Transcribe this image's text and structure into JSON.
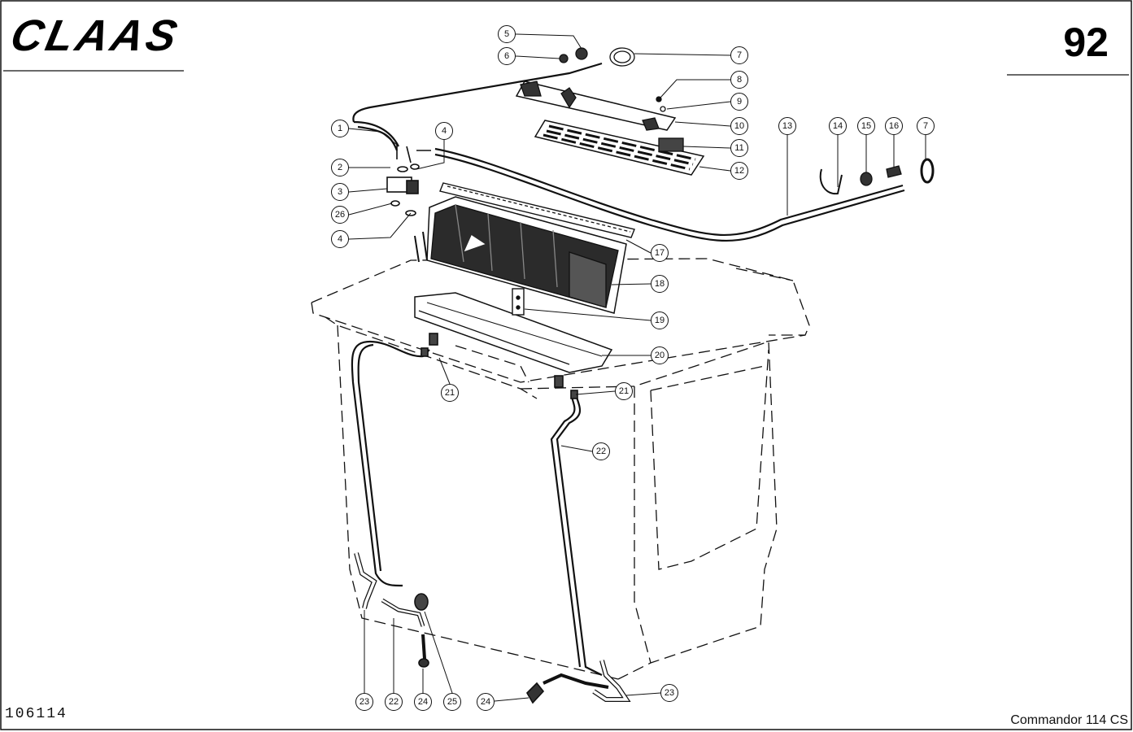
{
  "header": {
    "brand": "CLAAS",
    "page_number": "92"
  },
  "footer": {
    "drawing_number": "106114",
    "model": "Commandor 114 CS"
  },
  "callouts": [
    {
      "label": "1"
    },
    {
      "label": "2"
    },
    {
      "label": "3"
    },
    {
      "label": "26"
    },
    {
      "label": "4"
    },
    {
      "label": "4"
    },
    {
      "label": "5"
    },
    {
      "label": "6"
    },
    {
      "label": "7"
    },
    {
      "label": "8"
    },
    {
      "label": "9"
    },
    {
      "label": "10"
    },
    {
      "label": "11"
    },
    {
      "label": "12"
    },
    {
      "label": "13"
    },
    {
      "label": "14"
    },
    {
      "label": "15"
    },
    {
      "label": "16"
    },
    {
      "label": "7"
    },
    {
      "label": "17"
    },
    {
      "label": "18"
    },
    {
      "label": "19"
    },
    {
      "label": "20"
    },
    {
      "label": "21"
    },
    {
      "label": "21"
    },
    {
      "label": "22"
    },
    {
      "label": "23"
    },
    {
      "label": "22"
    },
    {
      "label": "24"
    },
    {
      "label": "25"
    },
    {
      "label": "24"
    },
    {
      "label": "23"
    }
  ]
}
